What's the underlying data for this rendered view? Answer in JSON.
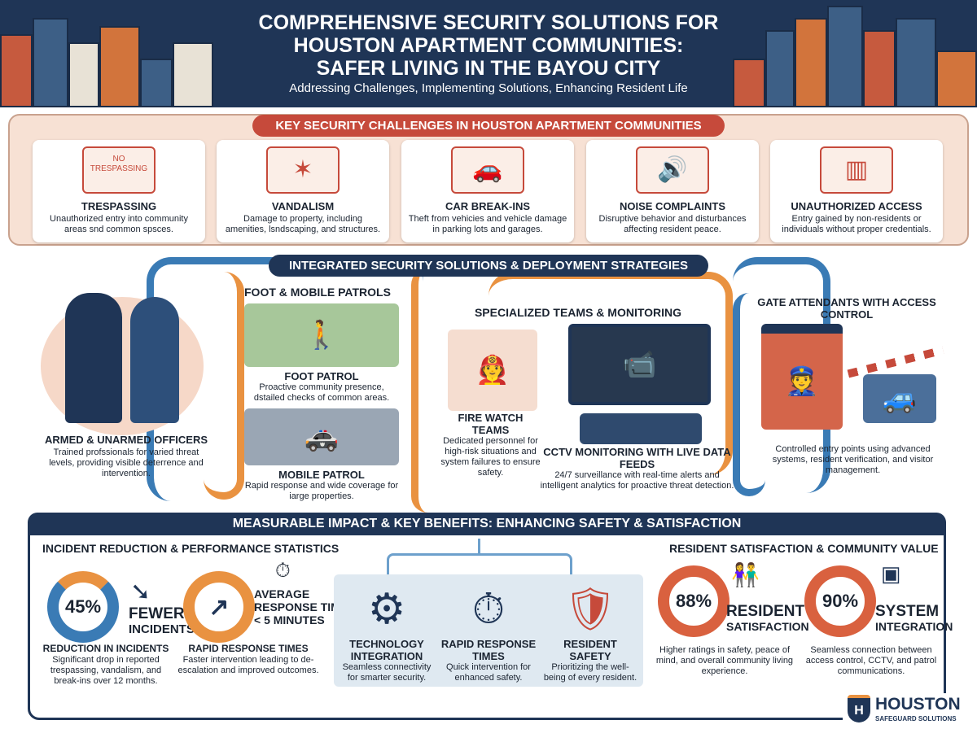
{
  "header": {
    "title_line1": "Comprehensive Security Solutions for",
    "title_line2": "Houston Apartment Communities:",
    "title_line3": "Safer Living in the Bayou City",
    "subtitle": "Addressing Challenges, Implementing Solutions, Enhancing Resident Life"
  },
  "challenges": {
    "title": "KEY SECURITY CHALLENGES IN HOUSTON APARTMENT COMMUNITIES",
    "items": [
      {
        "icon": "fence-trespasser-icon",
        "sign": "NO TRESPASSING",
        "title": "TRESPASSING",
        "desc": "Unauthorized entry into community areas snd common spsces."
      },
      {
        "icon": "broken-window-icon",
        "title": "VANDALISM",
        "desc": "Damage to property, including amenities, lsndscaping, and structures."
      },
      {
        "icon": "car-break-in-icon",
        "title": "CAR BREAK-INS",
        "desc": "Theft from vehicies and vehicle damage in parking lots and garages."
      },
      {
        "icon": "speaker-noise-icon",
        "title": "NOISE COMPLAINTS",
        "desc": "Disruptive behavior and disturbances affecting resident peace."
      },
      {
        "icon": "gate-keypad-icon",
        "title": "UNAUTHORIZED ACCESS",
        "desc": "Entry gained by non-residents or individuals without proper credentials."
      }
    ]
  },
  "solutions": {
    "title": "INTEGRATED SECURITY SOLUTIONS & DEPLOYMENT STRATEGIES",
    "officers": {
      "title": "ARMED & UNARMED OFFICERS",
      "desc": "Trained profssionals for varied threat levels, providing visible deterrence and intervention."
    },
    "patrols": {
      "title": "FOOT & MOBILE PATROLS",
      "foot_title": "FOOT PATROL",
      "foot_desc": "Proactive community presence, dstailed checks of common areas.",
      "mobile_title": "MOBILE PATROL",
      "mobile_desc": "Rapid response and wide coverage for iarge properties."
    },
    "specialized": {
      "title": "SPECIALIZED TEAMS & MONITORING",
      "fire_title": "FIRE WATCH TEAMS",
      "fire_desc": "Dedicated personnel for high-risk situations and system failures to ensure safety.",
      "cctv_title": "CCTV MONITORING WITH LIVE DATA FEEDS",
      "cctv_desc": "24/7 surveillance with real-time alerts and intelligent analytics for proactive threat detection."
    },
    "gate": {
      "title": "GATE ATTENDANTS WITH ACCESS CONTROL",
      "desc": "Controlled entry points using advanced systems, resident verification, and visitor management."
    }
  },
  "impact": {
    "title": "MEASURABLE IMPACT & KEY BENEFITS: ENHANCING SAFETY & SATISFACTION",
    "left_title": "INCIDENT REDUCTION & PERFORMANCE STATISTICS",
    "stat1": {
      "value": "45%",
      "fill_percent": 45,
      "label1": "FEWER",
      "label2": "INCIDENTS",
      "title": "REDUCTION IN INCIDENTS",
      "desc": "Significant drop in reported trespassing, vandalism, and break-ins over 12 months."
    },
    "stat2": {
      "label1": "AVERAGE",
      "label2": "RESPONSE TIME",
      "label3": "< 5 MINUTES",
      "title": "RAPID RESPONSE TIMES",
      "desc": "Faster intervention leading to de-escalation and improved outcomes."
    },
    "benefits": [
      {
        "icon": "gear-network-icon",
        "title": "TECHNOLOGY INTEGRATION",
        "desc": "Seamless connectivity for smarter security."
      },
      {
        "icon": "stopwatch-icon",
        "title": "RAPID RESPONSE TIMES",
        "desc": "Quick intervention for enhanced safety."
      },
      {
        "icon": "shield-heart-icon",
        "title": "RESIDENT SAFETY",
        "desc": "Prioritizing the well-being of every resident."
      }
    ],
    "right_title": "RESIDENT SATISFACTION & COMMUNITY VALUE",
    "stat3": {
      "value": "88%",
      "fill_percent": 88,
      "label1": "RESIDENT",
      "label2": "SATISFACTION",
      "desc": "Higher ratings in safety, peace of mind, and overall community living experience."
    },
    "stat4": {
      "value": "90%",
      "fill_percent": 90,
      "label1": "SYSTEM",
      "label2": "INTEGRATION",
      "desc": "Seamless connection between access control, CCTV, and patrol communications."
    }
  },
  "logo": {
    "name": "HOUSTON",
    "tagline": "SAFEGUARD SOLUTIONS"
  },
  "colors": {
    "navy": "#1f3556",
    "orange": "#e99241",
    "red": "#c64a3b",
    "blue": "#3a7bb5",
    "peach": "#f7e1d4"
  }
}
